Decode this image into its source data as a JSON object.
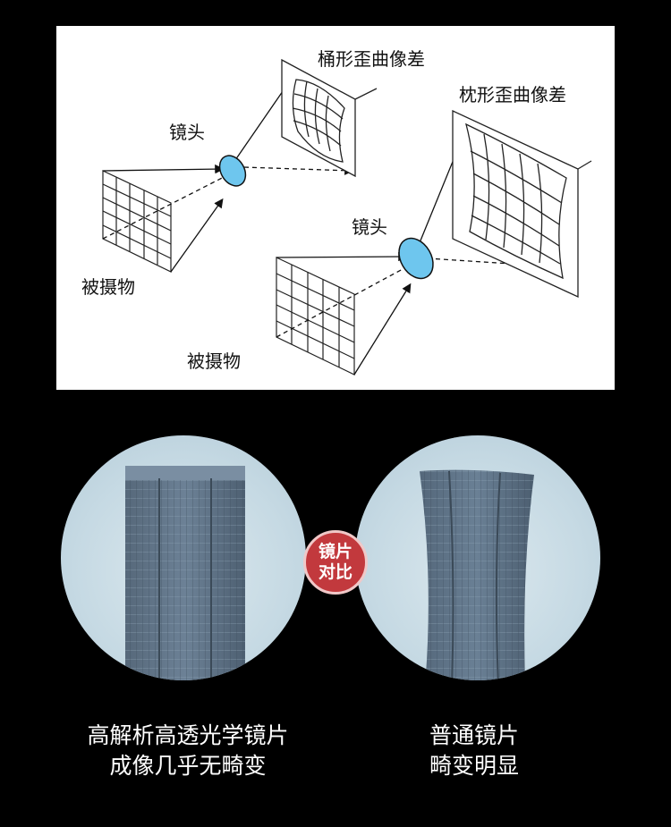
{
  "diagram": {
    "barrel_label": "桶形歪曲像差",
    "pincushion_label": "枕形歪曲像差",
    "lens_label_1": "镜头",
    "lens_label_2": "镜头",
    "object_label_1": "被摄物",
    "object_label_2": "被摄物",
    "lens_color": "#6ec6ee"
  },
  "comparison": {
    "badge_line1": "镜片",
    "badge_line2": "对比",
    "badge_color": "#c2393d",
    "left_caption_line1": "高解析高透光学镜片",
    "left_caption_line2": "成像几乎无畸变",
    "right_caption_line1": "普通镜片",
    "right_caption_line2": "畸变明显"
  }
}
